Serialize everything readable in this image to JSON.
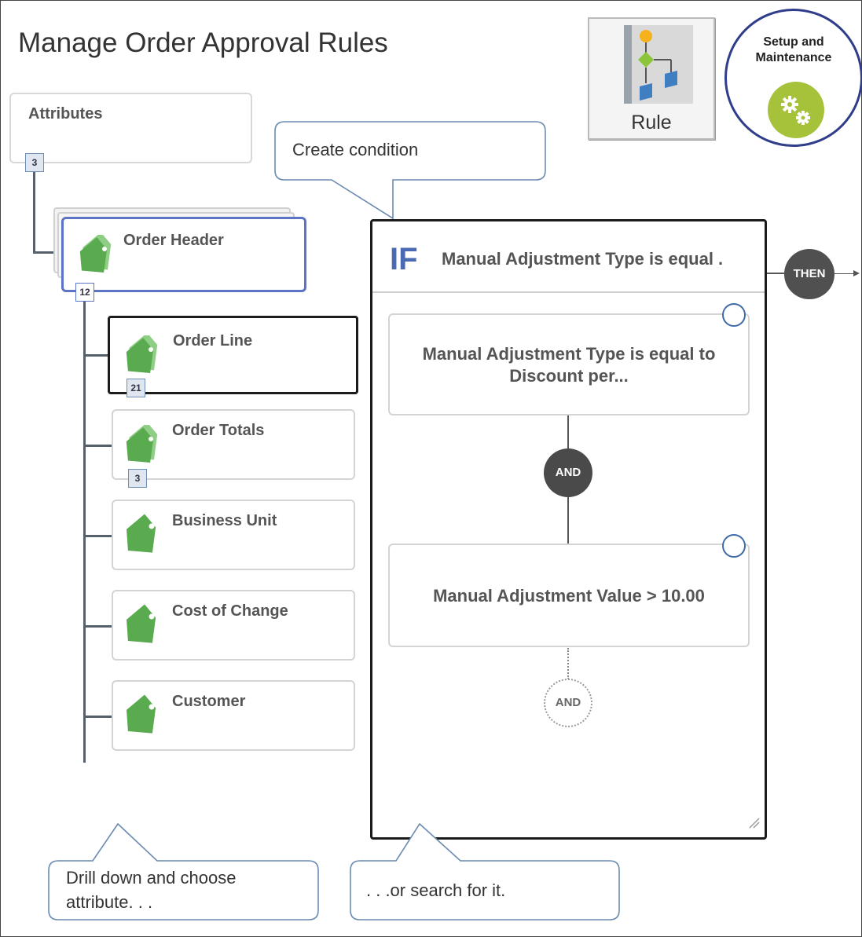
{
  "page": {
    "title": "Manage Order Approval Rules"
  },
  "top_right": {
    "rule_button_label": "Rule",
    "setup_badge_label": "Setup and Maintenance",
    "rule_icon": "rule-flow-icon",
    "setup_icon": "gears-icon"
  },
  "tree": {
    "root": {
      "label": "Attributes",
      "count": "3"
    },
    "order_header": {
      "label": "Order Header",
      "count": "12",
      "icon": "tags-icon"
    },
    "children": [
      {
        "label": "Order Line",
        "count": "21",
        "icon": "tags-icon"
      },
      {
        "label": "Order Totals",
        "count": "3",
        "icon": "tags-icon"
      },
      {
        "label": "Business Unit",
        "icon": "tag-icon"
      },
      {
        "label": "Cost of Change",
        "icon": "tag-icon"
      },
      {
        "label": "Customer",
        "icon": "tag-icon"
      }
    ]
  },
  "callouts": {
    "create_condition": "Create condition",
    "drill_down": "Drill down and choose attribute. . .",
    "search": ". . .or search for it."
  },
  "rule_panel": {
    "if_label": "IF",
    "summary": "Manual Adjustment Type is equal .",
    "then_label": "THEN",
    "conditions": [
      {
        "text": "Manual Adjustment Type is equal to Discount per..."
      },
      {
        "text": "Manual Adjustment Value > 10.00"
      }
    ],
    "and_label": "AND",
    "add_and_label": "AND"
  },
  "colors": {
    "tag_green": "#5aaa4f",
    "selected_blue": "#5b74c8",
    "callout_border": "#6a8ab0",
    "dark_circle": "#4a4a4a"
  }
}
